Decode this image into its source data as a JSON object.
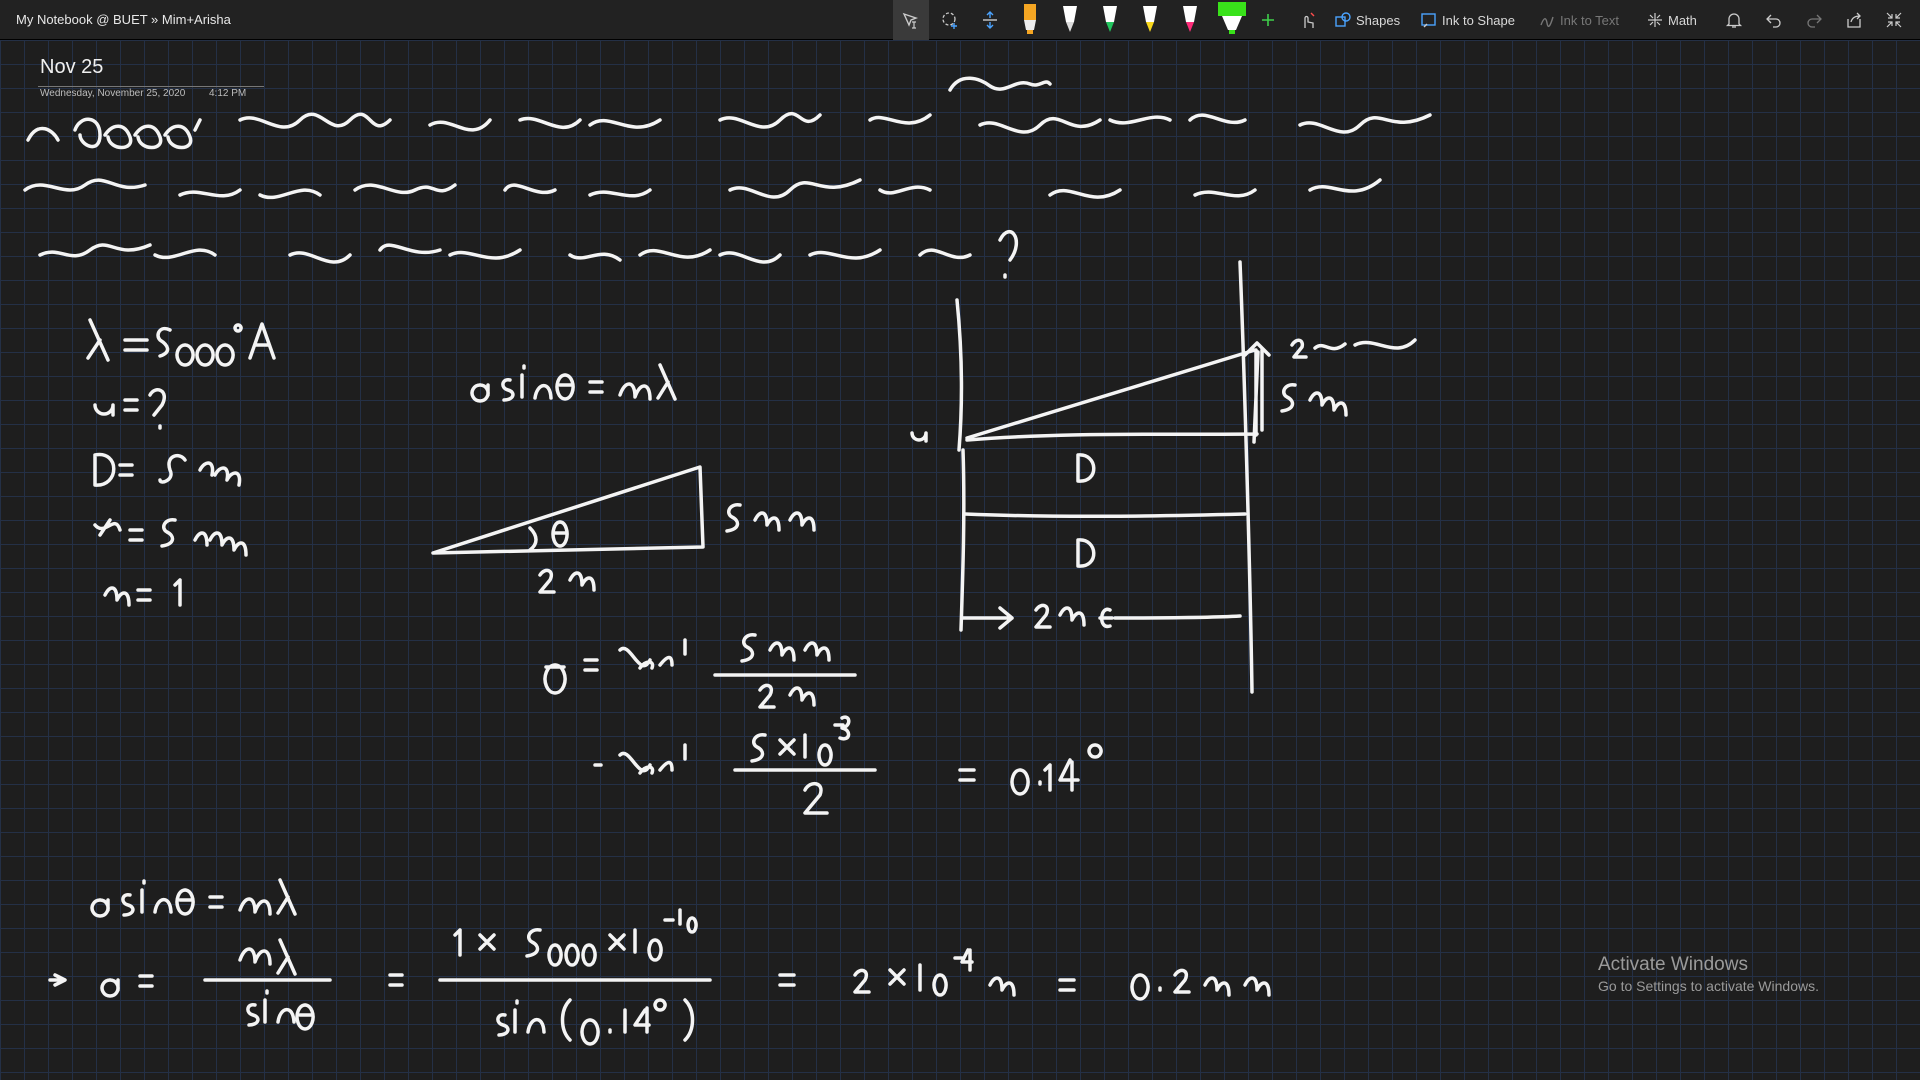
{
  "window": {
    "title": "My Notebook @ BUET » Mim+Arisha"
  },
  "toolbar": {
    "shapes_label": "Shapes",
    "ink_to_shape_label": "Ink to Shape",
    "ink_to_text_label": "Ink to Text",
    "math_label": "Math",
    "pens": [
      {
        "name": "pen-orange",
        "color": "#f5a623"
      },
      {
        "name": "pen-white",
        "color": "#ffffff"
      },
      {
        "name": "pen-green",
        "color": "#22c55e"
      },
      {
        "name": "pen-yellow",
        "color": "#f8d81c"
      },
      {
        "name": "pen-pink",
        "color": "#ff2d7a"
      },
      {
        "name": "highlighter-green",
        "color": "#39e21a"
      }
    ],
    "accent": "#4aa3ff"
  },
  "page": {
    "date_title": "Nov 25",
    "date_day": "Wednesday, November 25, 2020",
    "date_time": "4:12 PM"
  },
  "watermark": {
    "title": "Activate Windows",
    "subtitle": "Go to Settings to activate Windows."
  }
}
